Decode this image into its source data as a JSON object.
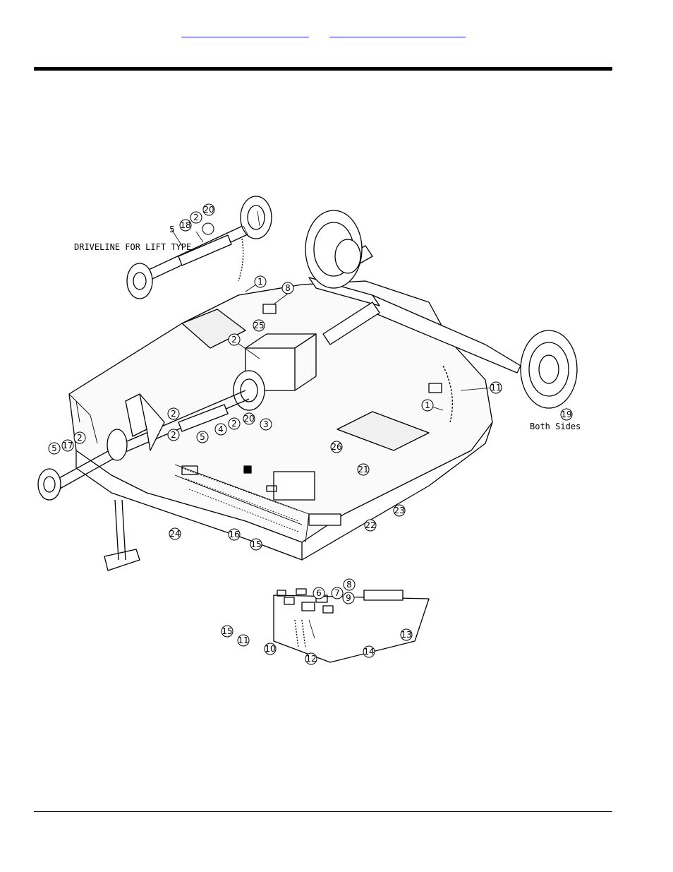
{
  "diagram": {
    "labels": {
      "driveline": "DRIVELINE FOR LIFT TYPE",
      "both_sides": "Both Sides"
    },
    "callouts": [
      "5",
      "18",
      "2",
      "20",
      "1",
      "8",
      "25",
      "2",
      "2",
      "5",
      "4",
      "2",
      "20",
      "3",
      "5",
      "17",
      "2",
      "2",
      "26",
      "11",
      "1",
      "19",
      "21",
      "23",
      "22",
      "24",
      "16",
      "15",
      "6",
      "7",
      "8",
      "9",
      "15",
      "11",
      "10",
      "12",
      "14",
      "13"
    ]
  }
}
